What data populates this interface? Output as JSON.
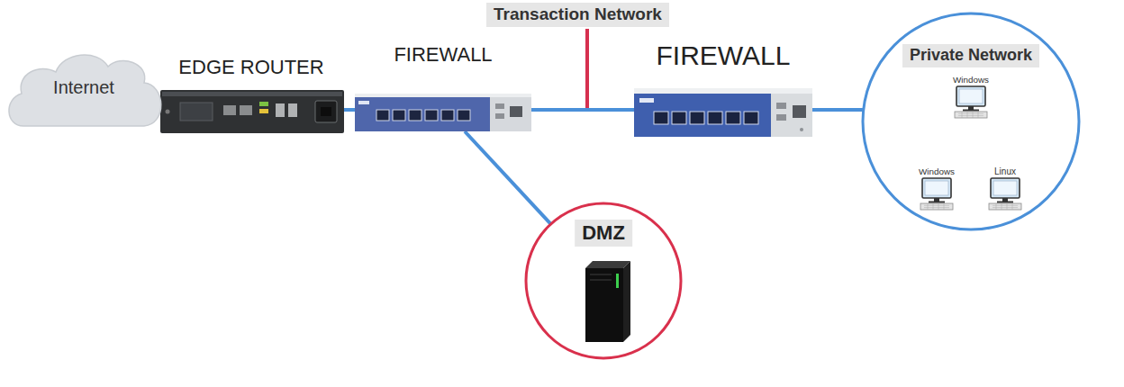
{
  "diagram": {
    "nodes": [
      {
        "text": [
          "Internet"
        ]
      },
      {
        "text": [
          "EDGE ROUTER"
        ]
      },
      {
        "text": [
          "FIREWALL"
        ]
      },
      {
        "text": [
          "Transaction Network"
        ]
      },
      {
        "text": [
          "FIREWALL"
        ]
      },
      {
        "text": [
          "Private Network"
        ]
      },
      {
        "text": [
          "Windows"
        ],
        "in": 5
      },
      {
        "text": [
          "Windows"
        ],
        "in": 5
      },
      {
        "text": [
          "Linux"
        ],
        "in": 5
      },
      {
        "text": [
          "DMZ"
        ]
      }
    ],
    "edges": [
      {
        "from": 0,
        "to": 1,
        "arrow": "none"
      },
      {
        "from": 1,
        "to": 2,
        "arrow": "none"
      },
      {
        "from": 2,
        "to": 4,
        "arrow": "none"
      },
      {
        "from": 4,
        "to": 5,
        "arrow": "none"
      },
      {
        "from": 2,
        "to": 9,
        "arrow": "none"
      }
    ]
  }
}
